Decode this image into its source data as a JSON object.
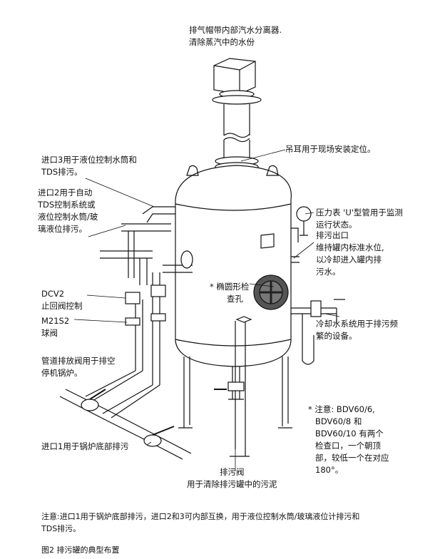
{
  "labels": {
    "top_cap": [
      "排气帽带内部汽水分离器.",
      "清除蒸汽中的水份"
    ],
    "lifting_lug": "吊耳用于现场安装定位。",
    "inlet3": [
      "进口3用于液位控制水筒和",
      "TDS排污。"
    ],
    "inlet2": [
      "进口2用于自动",
      "TDS控制系统或",
      "液位控制水筒/玻",
      "璃液位排污。"
    ],
    "pressure_gauge": [
      "压力表 'U'型管用于监测",
      "运行状态。"
    ],
    "blowdown_outlet": [
      "排污出口",
      "维持罐内标准水位,",
      "以冷却进入罐内排",
      "污水。"
    ],
    "manhole": [
      "* 椭圆形检",
      "查孔"
    ],
    "dcv2": [
      "DCV2",
      "止回阀控制"
    ],
    "m21s2": [
      "M21S2",
      "球阀"
    ],
    "cooling": [
      "冷却水系统用于排污频",
      "繁的设备。"
    ],
    "drain_valve": [
      "管道排放阀用于排空",
      "停机锅炉。"
    ],
    "note": [
      "* 注意: BDV60/6,",
      "BDV60/8 和",
      "BDV60/10 有两个",
      "检查口，一个朝顶",
      "部，较低一个在对应",
      "180°。"
    ],
    "inlet1": "进口1用于锅炉底部排污",
    "drain": [
      "排污阀",
      "用于清除排污罐中的污泥"
    ]
  },
  "footnote": [
    "注意:进口1用于锅炉底部排污，进口2和3可内部互换，用于液位控制水筒/玻璃液位计排污和",
    "TDS排污。"
  ],
  "caption": "图2  排污罐的典型布置"
}
